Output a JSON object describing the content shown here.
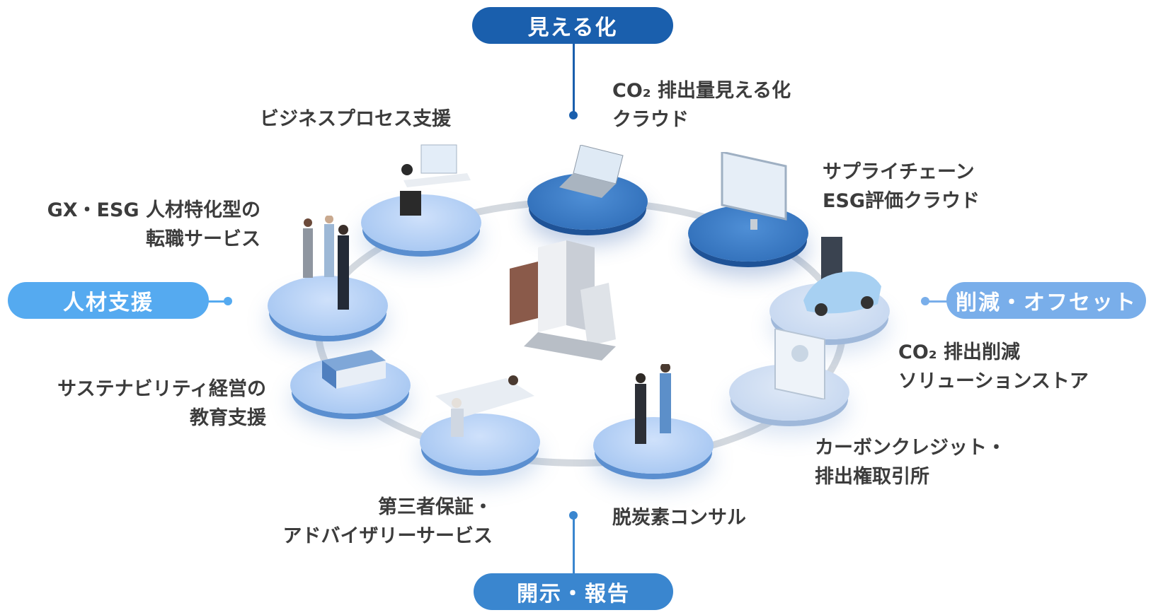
{
  "categories": {
    "visualize": "見える化",
    "disclosure": "開示・報告",
    "talent": "人材支援",
    "reduction": "削減・オフセット"
  },
  "services": {
    "business_process": [
      "ビジネスプロセス支援"
    ],
    "co2_cloud": [
      "CO₂ 排出量見える化",
      "クラウド"
    ],
    "supply_chain": [
      "サプライチェーン",
      "ESG評価クラウド"
    ],
    "gx_esg_jobs": [
      "GX・ESG 人材特化型の",
      "転職サービス"
    ],
    "co2_store": [
      "CO₂ 排出削減",
      "ソリューションストア"
    ],
    "sustainability_edu": [
      "サステナビリティ経営の",
      "教育支援"
    ],
    "carbon_credit": [
      "カーボンクレジット・",
      "排出権取引所"
    ],
    "third_party": [
      "第三者保証・",
      "アドバイザリーサービス"
    ],
    "decarbon_consult": [
      "脱炭素コンサル"
    ]
  },
  "colors": {
    "visualize": "#1a5fad",
    "disclosure": "#3a86cf",
    "talent": "#55aaf0",
    "reduction": "#79aeea"
  }
}
